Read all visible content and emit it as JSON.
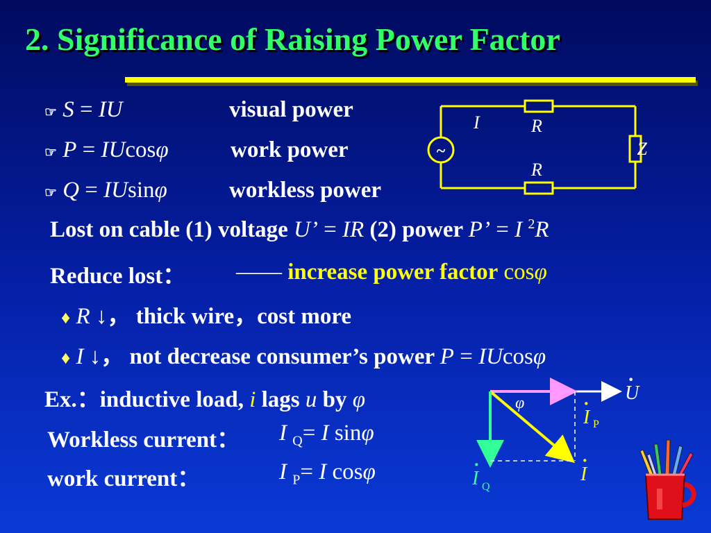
{
  "title": "2. Significance of Raising Power Factor",
  "bullet_symbol": "☞",
  "formulas": [
    {
      "lhs": "S",
      "eq": " = ",
      "rhs_it": "IU",
      "rhs_nm": "",
      "rhs_phi": "",
      "label": "visual power"
    },
    {
      "lhs": "P",
      "eq": " = ",
      "rhs_it": "IU",
      "rhs_nm": "cos",
      "rhs_phi": "φ",
      "label": "work power"
    },
    {
      "lhs": "Q",
      "eq": " = ",
      "rhs_it": "IU",
      "rhs_nm": "sin",
      "rhs_phi": "φ",
      "label": "workless power"
    }
  ],
  "lost_line": {
    "prefix": "Lost on cable (1) voltage ",
    "u_var": "U’",
    "eq": " = ",
    "u_rhs": "IR",
    "mid": "  (2) power ",
    "p_var": "P’",
    "p_eq": " = ",
    "p_i": "I ",
    "p_sup": "2",
    "p_r": "R"
  },
  "reduce": {
    "label": "Reduce lost：",
    "dash": "——",
    "highlight": "increase power factor",
    "cos": " cos",
    "phi": "φ"
  },
  "options": [
    {
      "diamond": "♦",
      "var": "R",
      "arrow": "↓",
      "comma": "，",
      "text": "thick wire，cost more",
      "formula_var": "",
      "formula_eq": "",
      "formula_rhs": "",
      "formula_cos": "",
      "formula_phi": ""
    },
    {
      "diamond": "♦",
      "var": "I",
      "arrow": "↓",
      "comma": "，",
      "text": "not decrease consumer’s power",
      "formula_var": "P",
      "formula_eq": " = ",
      "formula_rhs": "IU",
      "formula_cos": "cos",
      "formula_phi": "φ"
    }
  ],
  "example": {
    "prefix": "Ex.：inductive load, ",
    "i": "i",
    "lags": " lags ",
    "u": "u",
    "by": " by ",
    "phi": "φ"
  },
  "workless_current": {
    "label": "Workless current：",
    "i": "I",
    "sub": "Q",
    "eq": "= ",
    "i2": "I",
    "fn": " sin",
    "phi": "φ"
  },
  "work_current": {
    "label": "work current：",
    "i": "I",
    "sub": "P",
    "eq": "= ",
    "i2": "I",
    "fn": " cos",
    "phi": "φ"
  },
  "circuit": {
    "current_label": "I",
    "source_symbol": "~",
    "r_top": "R",
    "r_bottom": "R",
    "z_label": "Z"
  },
  "phasor": {
    "u_label": "U",
    "u_dot": "·",
    "phi": "φ",
    "ip_label": "I",
    "ip_sub": "P",
    "i_label": "I",
    "iq_label": "I",
    "iq_sub": "Q",
    "colors": {
      "reference": "#ff99ff",
      "current": "#ffff00",
      "quadrature": "#33ff99",
      "label_yellow": "#ffff00",
      "label_green": "#33ff99"
    }
  },
  "colors": {
    "title": "#33ff66",
    "rule": "#ffff00",
    "highlight": "#ffff00"
  }
}
